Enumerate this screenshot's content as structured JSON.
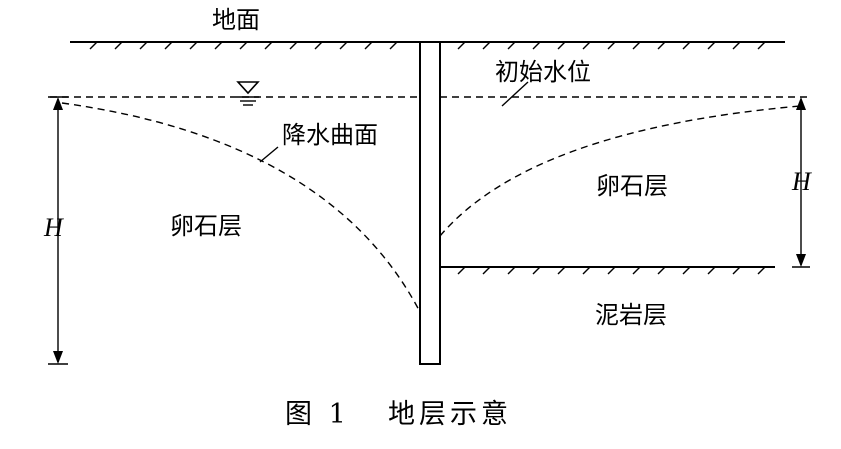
{
  "labels": {
    "ground": "地面",
    "initial_water_level": "初始水位",
    "drawdown_curve": "降水曲面",
    "gravel_layer_left": "卵石层",
    "gravel_layer_right": "卵石层",
    "mudstone_layer": "泥岩层",
    "height_left": "H",
    "height_right": "H"
  },
  "caption": {
    "figure_number": "图 1",
    "title": "地层示意"
  }
}
